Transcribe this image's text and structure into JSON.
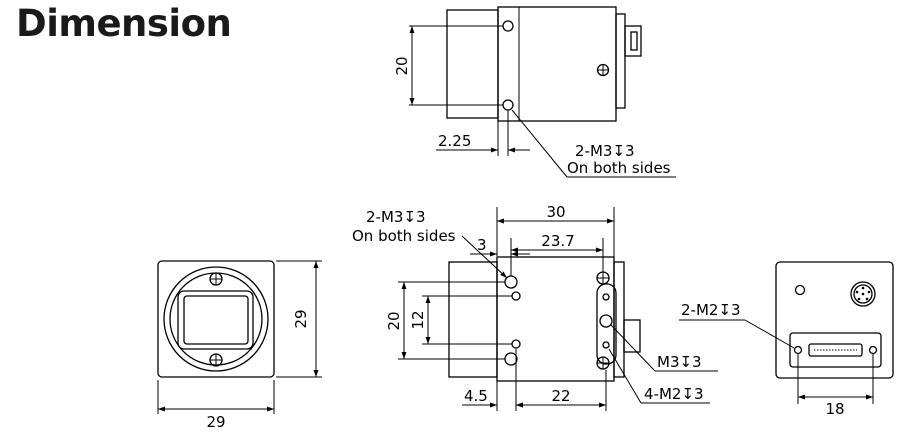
{
  "title": "Dimension",
  "top_view": {
    "dim_height": "20",
    "dim_offset": "2.25",
    "hole_callout": "2-M3↧3",
    "hole_note": "On both sides"
  },
  "front_view": {
    "dim_width": "29",
    "dim_height": "29"
  },
  "side_view": {
    "hole_callout": "2-M3↧3",
    "hole_note": "On both sides",
    "dim_length": "30",
    "dim_3": "3",
    "dim_23_7": "23.7",
    "dim_20": "20",
    "dim_12": "12",
    "dim_4_5": "4.5",
    "dim_22": "22",
    "callout_m3": "M3↧3",
    "callout_m2": "4-M2↧3"
  },
  "rear_view": {
    "hole_callout": "2-M2↧3",
    "dim_18": "18"
  }
}
